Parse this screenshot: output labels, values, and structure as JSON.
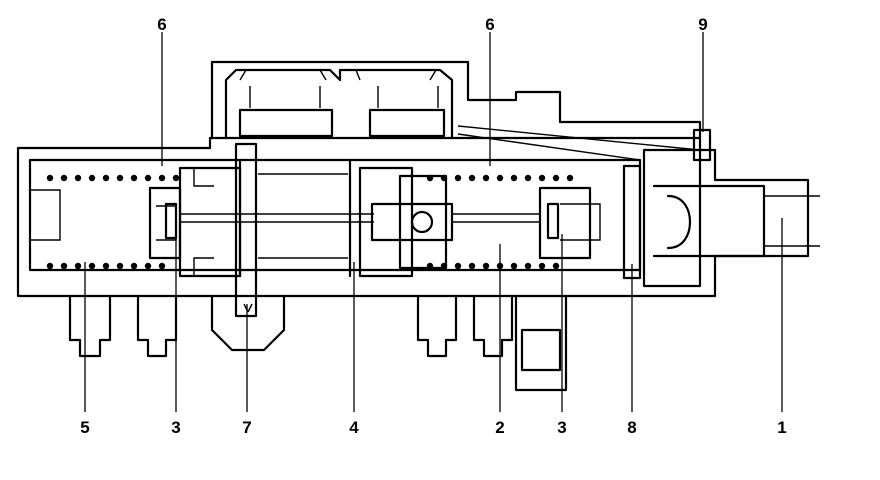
{
  "colors": {
    "ink": "#000000",
    "paper": "#ffffff"
  },
  "callouts": {
    "top_left_6": "6",
    "top_mid_6": "6",
    "top_right_9": "9",
    "bottom_5": "5",
    "bottom_3a": "3",
    "bottom_7": "7",
    "bottom_4": "4",
    "bottom_2": "2",
    "bottom_3b": "3",
    "bottom_8": "8",
    "bottom_1": "1"
  }
}
